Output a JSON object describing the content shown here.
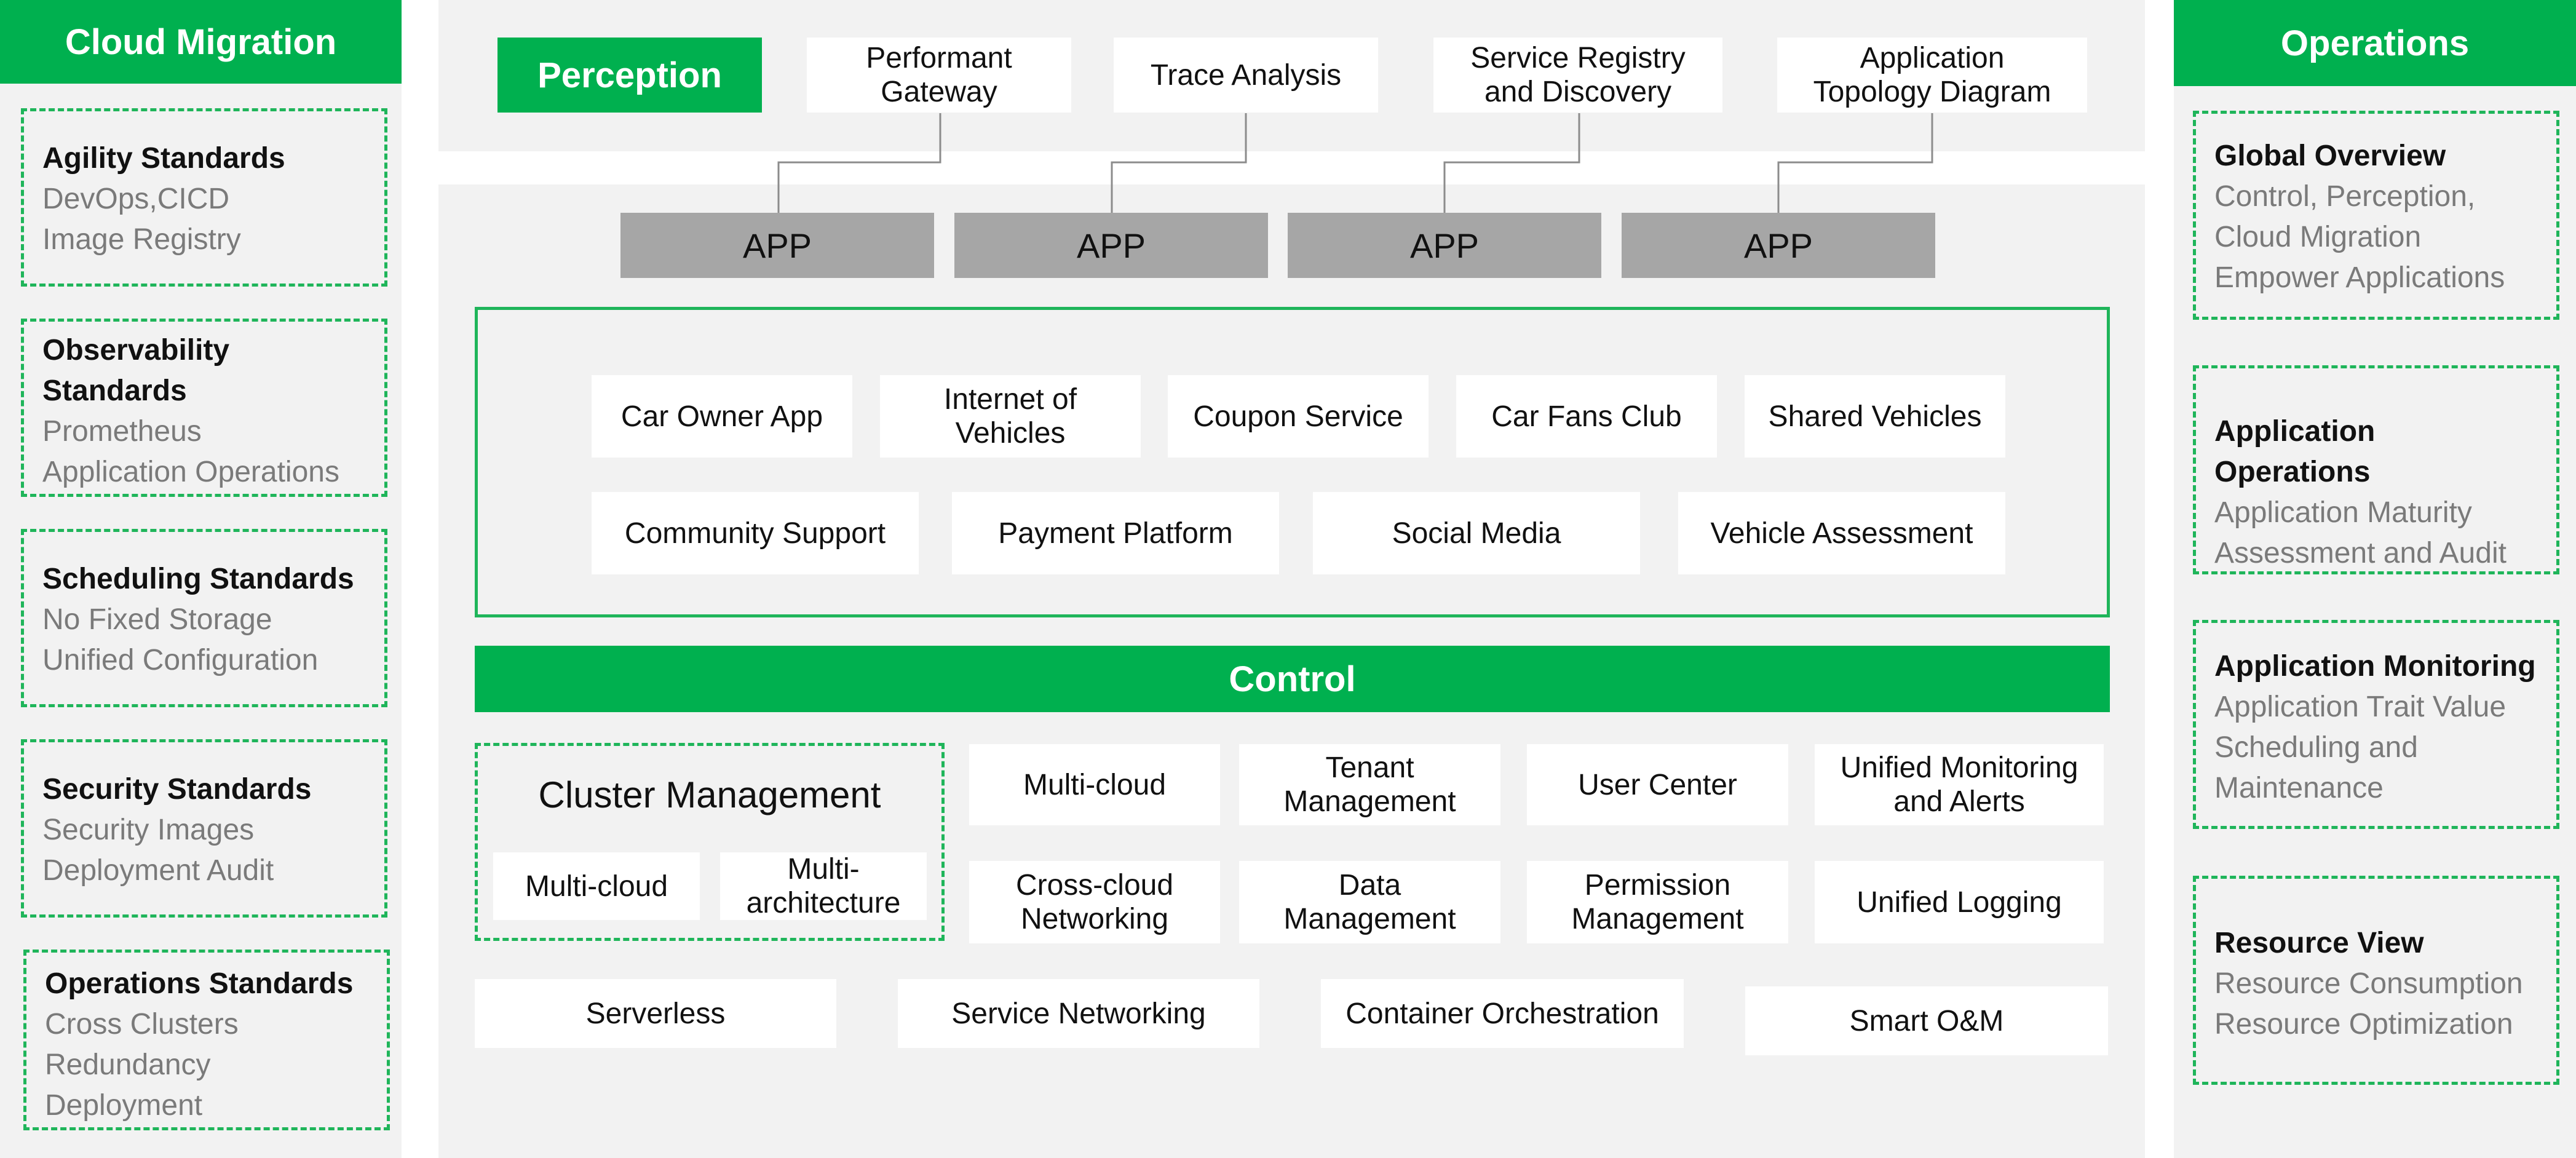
{
  "cloud_migration": {
    "title": "Cloud Migration",
    "cards": [
      {
        "title_lines": [
          "Agility Standards"
        ],
        "sub_lines": [
          "DevOps,CICD",
          "Image Registry"
        ]
      },
      {
        "title_lines": [
          "Observability",
          "Standards"
        ],
        "sub_lines": [
          "Prometheus",
          "Application Operations"
        ]
      },
      {
        "title_lines": [
          "Scheduling Standards"
        ],
        "sub_lines": [
          "No Fixed Storage",
          "Unified Configuration"
        ]
      },
      {
        "title_lines": [
          "Security Standards"
        ],
        "sub_lines": [
          "Security Images",
          "Deployment Audit"
        ]
      },
      {
        "title_lines": [
          "Operations Standards"
        ],
        "sub_lines": [
          "Cross Clusters",
          "Redundancy",
          "Deployment"
        ]
      }
    ]
  },
  "perception": {
    "title": "Perception",
    "items": [
      [
        "Performant",
        "Gateway"
      ],
      [
        "Trace Analysis"
      ],
      [
        "Service Registry",
        "and Discovery"
      ],
      [
        "Application",
        "Topology Diagram"
      ]
    ]
  },
  "apps": [
    "APP",
    "APP",
    "APP",
    "APP"
  ],
  "services": {
    "row1": [
      [
        "Car Owner App"
      ],
      [
        "Internet of",
        "Vehicles"
      ],
      [
        "Coupon Service"
      ],
      [
        "Car Fans Club"
      ],
      [
        "Shared Vehicles"
      ]
    ],
    "row2": [
      [
        "Community Support"
      ],
      [
        "Payment Platform"
      ],
      [
        "Social Media"
      ],
      [
        "Vehicle Assessment"
      ]
    ]
  },
  "control": {
    "title": "Control",
    "cluster": {
      "title": "Cluster Management",
      "items": [
        [
          "Multi-cloud"
        ],
        [
          "Multi-",
          "architecture"
        ]
      ]
    },
    "grid_row1": [
      [
        "Multi-cloud"
      ],
      [
        "Tenant",
        "Management"
      ],
      [
        "User Center"
      ],
      [
        "Unified Monitoring",
        "and Alerts"
      ]
    ],
    "grid_row2": [
      [
        "Cross-cloud",
        "Networking"
      ],
      [
        "Data",
        "Management"
      ],
      [
        "Permission",
        "Management"
      ],
      [
        "Unified Logging"
      ]
    ],
    "bottom": [
      [
        "Serverless"
      ],
      [
        "Service Networking"
      ],
      [
        "Container Orchestration"
      ],
      [
        "Smart O&M"
      ]
    ]
  },
  "operations": {
    "title": "Operations",
    "cards": [
      {
        "title_lines": [
          "Global Overview"
        ],
        "sub_lines": [
          "Control, Perception,",
          "Cloud Migration",
          "Empower Applications"
        ]
      },
      {
        "title_lines": [
          "Application Operations"
        ],
        "sub_lines": [
          "Application Maturity",
          "Assessment and Audit"
        ]
      },
      {
        "title_lines": [
          "Application Monitoring"
        ],
        "sub_lines": [
          "Application Trait Value",
          "Scheduling and",
          "Maintenance"
        ]
      },
      {
        "title_lines": [
          "Resource View"
        ],
        "sub_lines": [
          "Resource Consumption",
          "Resource Optimization"
        ]
      }
    ]
  },
  "colors": {
    "accent_green": "#00b04f",
    "panel_gray": "#f2f2f2",
    "app_gray": "#a6a6a6",
    "secondary_text": "#7a7a7a"
  }
}
